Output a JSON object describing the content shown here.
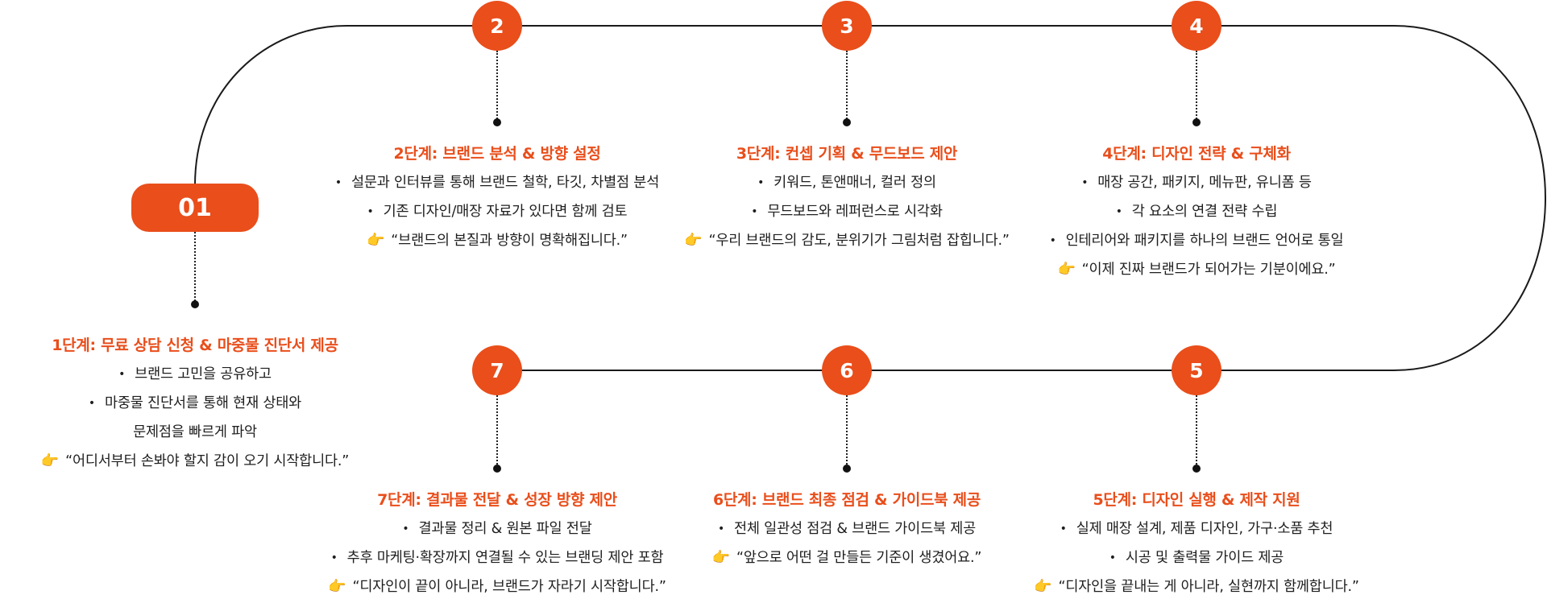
{
  "start_label": "01",
  "pointer_glyph": "👉",
  "accent_color": "#e94e1b",
  "steps": [
    {
      "number": "01",
      "title": "1단계: 무료 상담 신청 & 마중물 진단서 제공",
      "lines": [
        {
          "text": "브랜드 고민을 공유하고",
          "kind": "bullet"
        },
        {
          "text": "마중물 진단서를 통해 현재 상태와",
          "kind": "bullet"
        },
        {
          "text": "문제점을 빠르게 파악",
          "kind": "cont"
        }
      ],
      "quote": "“어디서부터 손봐야 할지 감이 오기 시작합니다.”"
    },
    {
      "number": "2",
      "title": "2단계: 브랜드 분석 & 방향 설정",
      "lines": [
        {
          "text": "설문과 인터뷰를 통해 브랜드 철학, 타깃, 차별점 분석",
          "kind": "bullet"
        },
        {
          "text": "기존 디자인/매장 자료가 있다면 함께 검토",
          "kind": "bullet"
        }
      ],
      "quote": "“브랜드의 본질과 방향이 명확해집니다.”"
    },
    {
      "number": "3",
      "title": "3단계: 컨셉 기획 & 무드보드 제안",
      "lines": [
        {
          "text": "키워드, 톤앤매너, 컬러 정의",
          "kind": "bullet"
        },
        {
          "text": "무드보드와 레퍼런스로 시각화",
          "kind": "bullet"
        }
      ],
      "quote": "“우리 브랜드의 감도, 분위기가 그림처럼 잡힙니다.”"
    },
    {
      "number": "4",
      "title": "4단계: 디자인 전략 & 구체화",
      "lines": [
        {
          "text": "매장 공간, 패키지, 메뉴판, 유니폼 등",
          "kind": "bullet"
        },
        {
          "text": "각 요소의 연결 전략 수립",
          "kind": "bullet"
        },
        {
          "text": "인테리어와 패키지를 하나의 브랜드 언어로 통일",
          "kind": "bullet"
        }
      ],
      "quote": "“이제 진짜 브랜드가 되어가는 기분이에요.”"
    },
    {
      "number": "5",
      "title": "5단계: 디자인 실행 & 제작 지원",
      "lines": [
        {
          "text": "실제 매장 설계, 제품 디자인, 가구·소품 추천",
          "kind": "bullet"
        },
        {
          "text": "시공 및 출력물 가이드 제공",
          "kind": "bullet"
        }
      ],
      "quote": "“디자인을 끝내는 게 아니라, 실현까지 함께합니다.”"
    },
    {
      "number": "6",
      "title": "6단계: 브랜드 최종 점검 & 가이드북 제공",
      "lines": [
        {
          "text": "전체 일관성 점검 & 브랜드 가이드북 제공",
          "kind": "bullet"
        }
      ],
      "quote": "“앞으로 어떤 걸 만들든 기준이 생겼어요.”"
    },
    {
      "number": "7",
      "title": "7단계: 결과물 전달 & 성장 방향 제안",
      "lines": [
        {
          "text": "결과물 정리 & 원본 파일 전달",
          "kind": "bullet"
        },
        {
          "text": "추후 마케팅·확장까지 연결될 수 있는 브랜딩 제안 포함",
          "kind": "bullet"
        }
      ],
      "quote": "“디자인이 끝이 아니라, 브랜드가 자라기 시작합니다.”"
    }
  ]
}
